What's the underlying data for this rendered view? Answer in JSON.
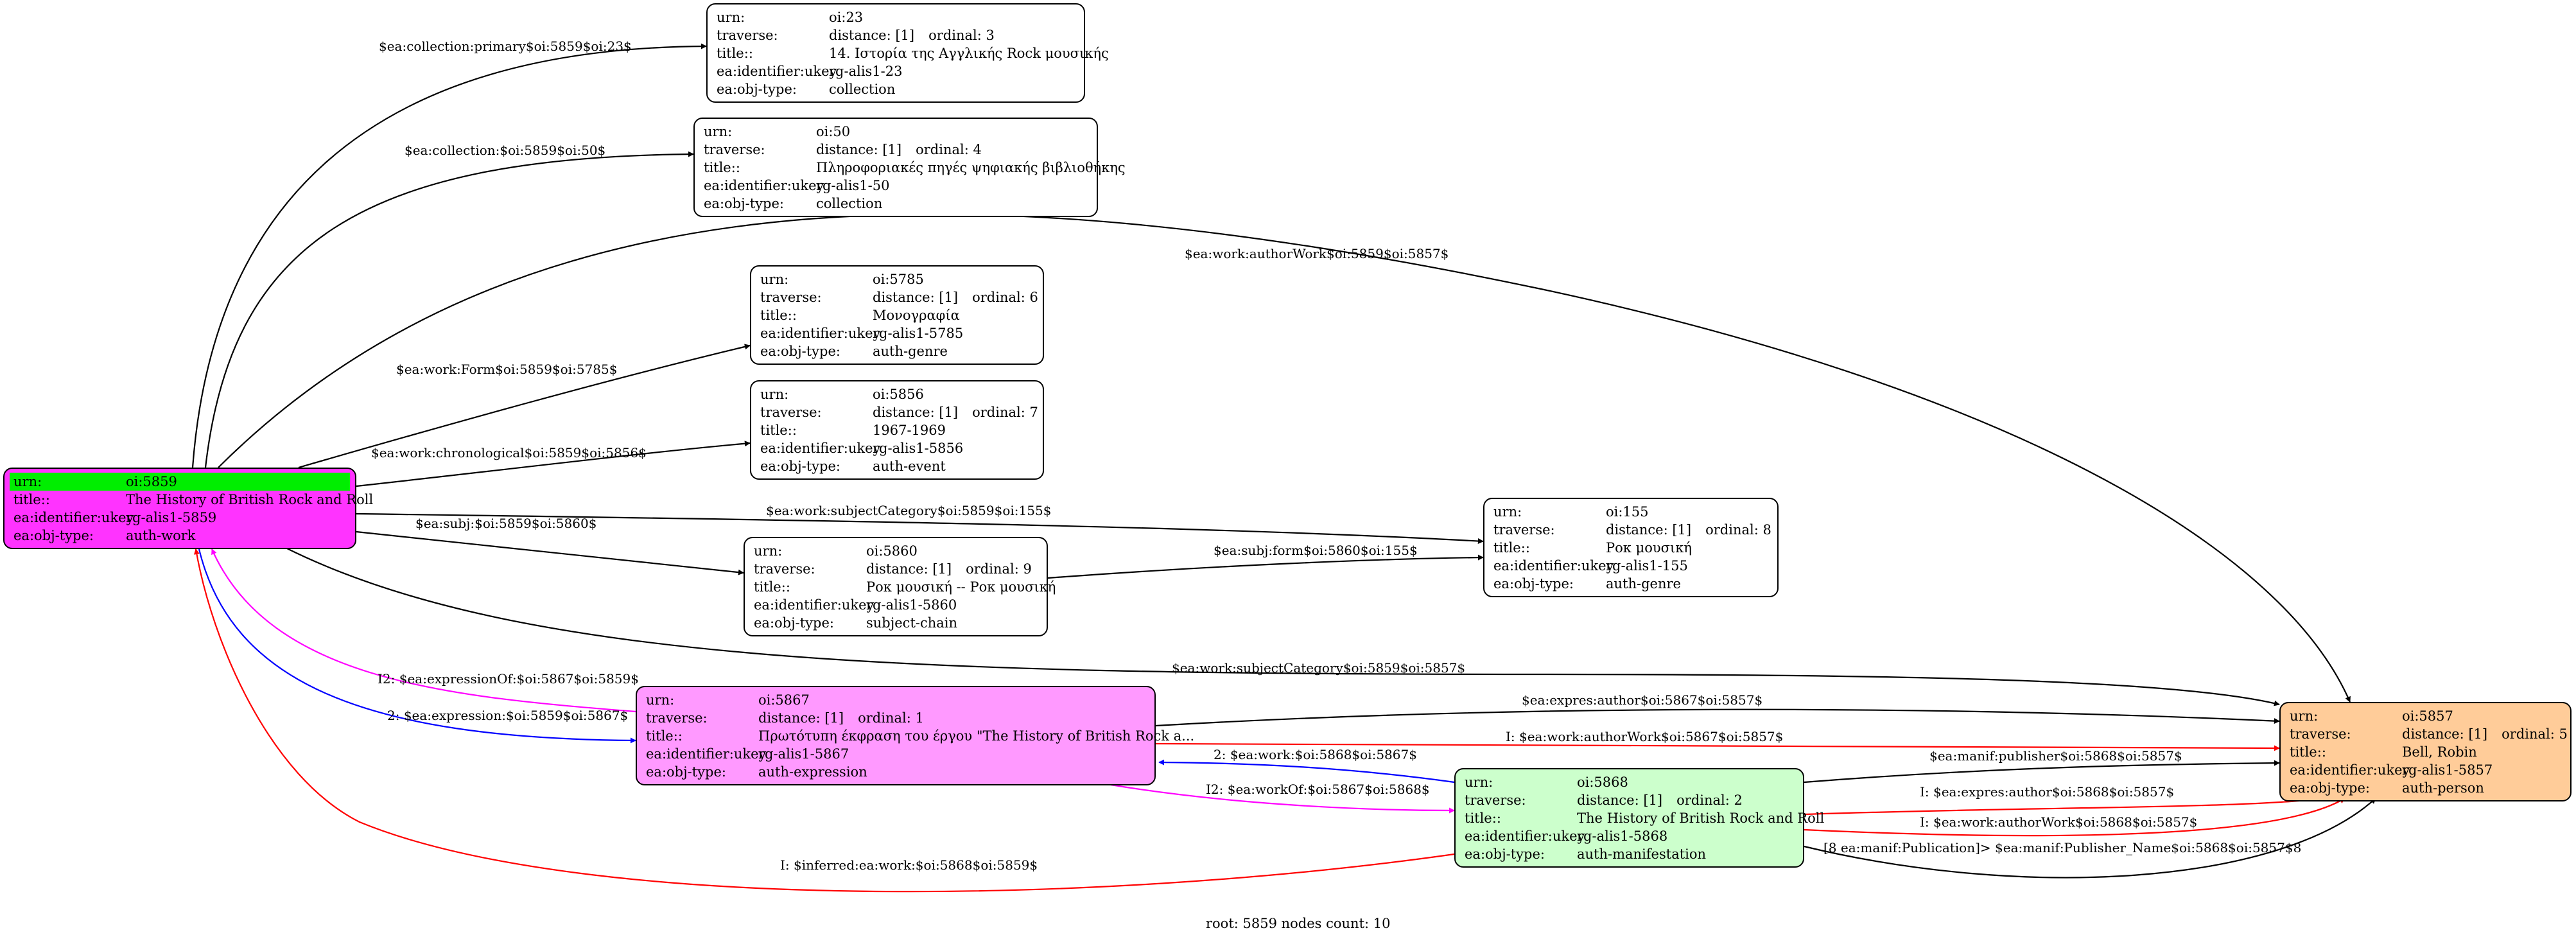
{
  "keys": {
    "urn": "urn:",
    "traverse": "traverse:",
    "title": "title::",
    "root_title": "title::",
    "identifier": "ea:identifier:ukey",
    "objtype": "ea:obj-type:"
  },
  "colors": {
    "root_fill": "#ff33ff",
    "root_urn_fill": "#00ee00",
    "expression_fill": "#ff99ff",
    "manifestation_fill": "#ccffcc",
    "person_fill": "#ffcc99",
    "default_fill": "#ffffff",
    "edge_black": "#000000",
    "edge_red": "#ff0000",
    "edge_blue": "#0000ff",
    "edge_magenta": "#ff00ff"
  },
  "nodes": [
    {
      "id": "n5859",
      "urn": "oi:5859",
      "title": "The History of British Rock and Roll",
      "identifier": "rg-alis1-5859",
      "objtype": "auth-work",
      "root": true
    },
    {
      "id": "n23",
      "urn": "oi:23",
      "distance": "distance: [1]",
      "ordinal": "ordinal: 3",
      "title": "14. Ιστορία της Αγγλικής Rock μουσικής",
      "identifier": "rg-alis1-23",
      "objtype": "collection"
    },
    {
      "id": "n50",
      "urn": "oi:50",
      "distance": "distance: [1]",
      "ordinal": "ordinal: 4",
      "title": "Πληροφοριακές πηγές ψηφιακής βιβλιοθήκης",
      "identifier": "rg-alis1-50",
      "objtype": "collection"
    },
    {
      "id": "n5785",
      "urn": "oi:5785",
      "distance": "distance: [1]",
      "ordinal": "ordinal: 6",
      "title": "Μονογραφία",
      "identifier": "rg-alis1-5785",
      "objtype": "auth-genre"
    },
    {
      "id": "n5856",
      "urn": "oi:5856",
      "distance": "distance: [1]",
      "ordinal": "ordinal: 7",
      "title": "1967-1969",
      "identifier": "rg-alis1-5856",
      "objtype": "auth-event"
    },
    {
      "id": "n155",
      "urn": "oi:155",
      "distance": "distance: [1]",
      "ordinal": "ordinal: 8",
      "title": "Ροκ μουσική",
      "identifier": "rg-alis1-155",
      "objtype": "auth-genre"
    },
    {
      "id": "n5860",
      "urn": "oi:5860",
      "distance": "distance: [1]",
      "ordinal": "ordinal: 9",
      "title": "Ροκ μουσική -- Ροκ μουσική",
      "identifier": "rg-alis1-5860",
      "objtype": "subject-chain"
    },
    {
      "id": "n5867",
      "urn": "oi:5867",
      "distance": "distance: [1]",
      "ordinal": "ordinal: 1",
      "title": "Πρωτότυπη έκφραση του έργου \"The History of British Rock a...",
      "identifier": "rg-alis1-5867",
      "objtype": "auth-expression"
    },
    {
      "id": "n5868",
      "urn": "oi:5868",
      "distance": "distance: [1]",
      "ordinal": "ordinal: 2",
      "title": "The History of British Rock and Roll",
      "identifier": "rg-alis1-5868",
      "objtype": "auth-manifestation"
    },
    {
      "id": "n5857",
      "urn": "oi:5857",
      "distance": "distance: [1]",
      "ordinal": "ordinal: 5",
      "title": "Bell, Robin",
      "identifier": "rg-alis1-5857",
      "objtype": "auth-person"
    }
  ],
  "edges": [
    {
      "id": "e1",
      "label": "$ea:collection:primary$oi:5859$oi:23$"
    },
    {
      "id": "e2",
      "label": "$ea:collection:$oi:5859$oi:50$"
    },
    {
      "id": "e3",
      "label": "$ea:work:authorWork$oi:5859$oi:5857$"
    },
    {
      "id": "e4",
      "label": "$ea:work:Form$oi:5859$oi:5785$"
    },
    {
      "id": "e5",
      "label": "$ea:work:chronological$oi:5859$oi:5856$"
    },
    {
      "id": "e6",
      "label": "$ea:work:subjectCategory$oi:5859$oi:155$"
    },
    {
      "id": "e7",
      "label": "$ea:subj:$oi:5859$oi:5860$"
    },
    {
      "id": "e8",
      "label": "$ea:subj:form$oi:5860$oi:155$"
    },
    {
      "id": "e9",
      "label": "$ea:work:subjectCategory$oi:5859$oi:5857$"
    },
    {
      "id": "e10",
      "label": "I2: $ea:expressionOf:$oi:5867$oi:5859$"
    },
    {
      "id": "e11",
      "label": "2: $ea:expression:$oi:5859$oi:5867$"
    },
    {
      "id": "e12",
      "label": "$ea:expres:author$oi:5867$oi:5857$"
    },
    {
      "id": "e13",
      "label": "I: $ea:work:authorWork$oi:5867$oi:5857$"
    },
    {
      "id": "e14",
      "label": "2: $ea:work:$oi:5868$oi:5867$"
    },
    {
      "id": "e15",
      "label": "$ea:manif:publisher$oi:5868$oi:5857$"
    },
    {
      "id": "e16",
      "label": "I2: $ea:workOf:$oi:5867$oi:5868$"
    },
    {
      "id": "e17",
      "label": "I: $ea:expres:author$oi:5868$oi:5857$"
    },
    {
      "id": "e18",
      "label": "I: $ea:work:authorWork$oi:5868$oi:5857$"
    },
    {
      "id": "e19",
      "label": "[8 ea:manif:Publication]> $ea:manif:Publisher_Name$oi:5868$oi:5857$8"
    },
    {
      "id": "e20",
      "label": "I: $inferred:ea:work:$oi:5868$oi:5859$"
    }
  ],
  "footer": "root: 5859 nodes count: 10"
}
